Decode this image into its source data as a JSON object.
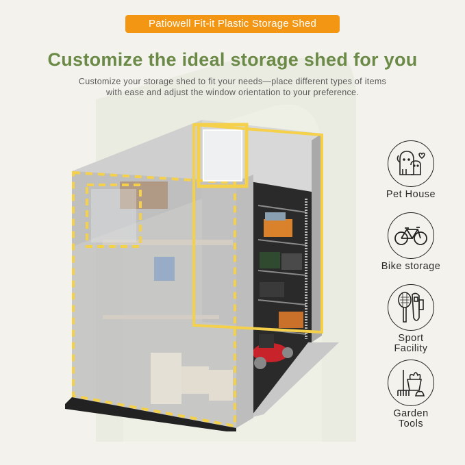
{
  "badge": {
    "text": "Patiowell Fit-it Plastic Storage Shed",
    "color": "#f29613"
  },
  "header": {
    "title": "Customize the ideal storage shed for you",
    "title_color": "#6b8a47",
    "subtitle_line1": "Customize your storage shed to fit your needs—place different types of items",
    "subtitle_line2": "with ease and adjust the window orientation to your preference."
  },
  "shed_image": {
    "description": "Cutaway render of storage shed with shelves, boxes, lawn mower",
    "frame_color": "#f5d04a",
    "wall_color": "#bfbfbf"
  },
  "features": [
    {
      "icon": "pet-house-icon",
      "label": "Pet House"
    },
    {
      "icon": "bike-icon",
      "label": "Bike storage"
    },
    {
      "icon": "sport-facility-icon",
      "label_line1": "Sport",
      "label_line2": "Facility"
    },
    {
      "icon": "garden-tools-icon",
      "label_line1": "Garden",
      "label_line2": "Tools"
    }
  ],
  "colors": {
    "background": "#f3f2ec",
    "accent_green": "#6b8a47",
    "accent_orange": "#f29613"
  }
}
